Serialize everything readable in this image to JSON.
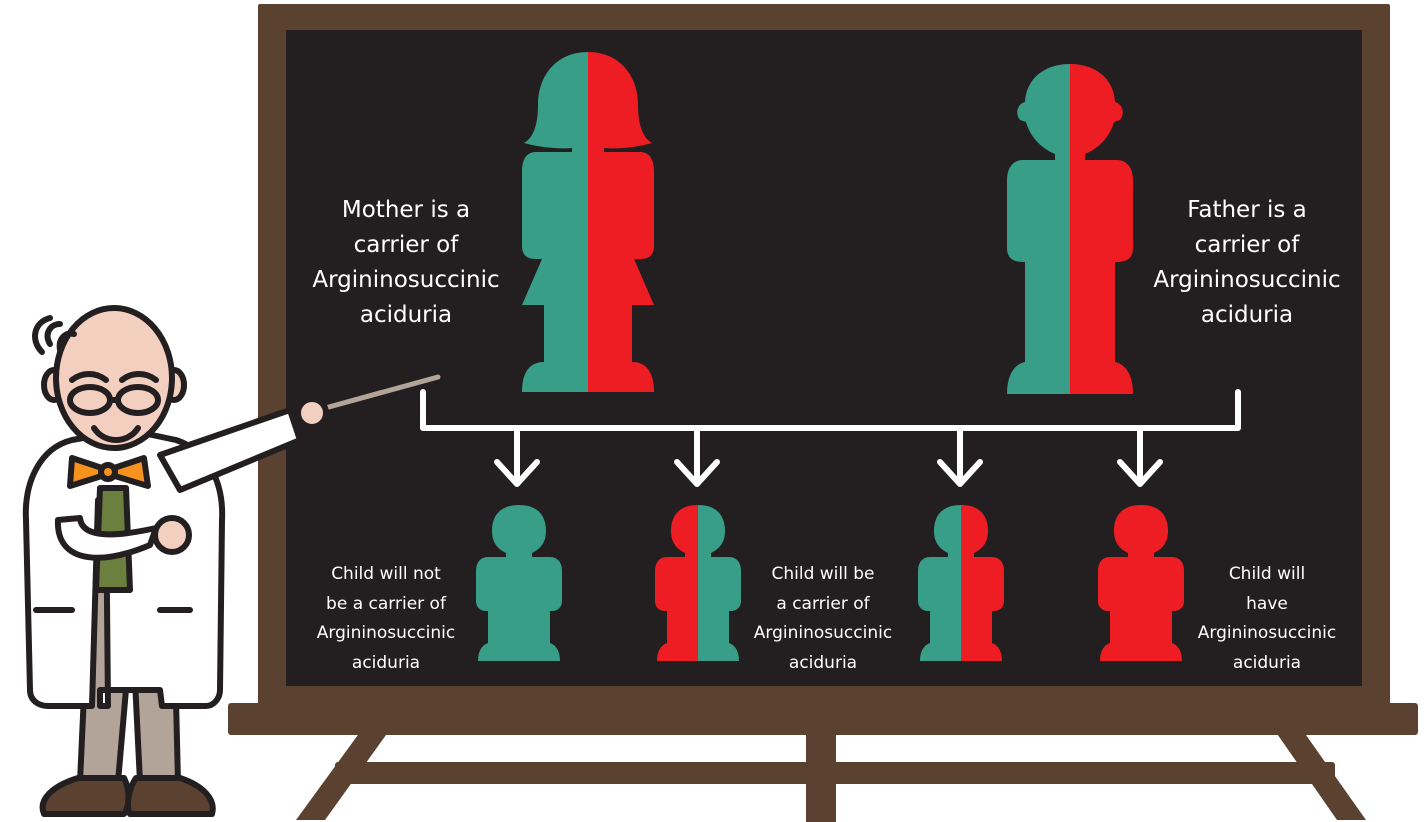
{
  "colors": {
    "frame": "#5b4230",
    "board": "#231f20",
    "recessive": "#ee1d24",
    "dominant": "#389e87",
    "arrow": "#ffffff",
    "skin": "#f3cfc0",
    "bowtie": "#f6921e",
    "vest": "#6b7f3f",
    "pants": "#b3a49a",
    "shoes": "#5b4230"
  },
  "parents": {
    "mother": {
      "label_lines": [
        "Mother is a",
        "carrier of",
        "Argininosuccinic",
        "aciduria"
      ],
      "genotype": "carrier"
    },
    "father": {
      "label_lines": [
        "Father is a",
        "carrier of",
        "Argininosuccinic",
        "aciduria"
      ],
      "genotype": "carrier"
    }
  },
  "children": [
    {
      "genotype": "non-carrier",
      "label_lines": [
        "Child will not",
        "be a carrier of",
        "Argininosuccinic",
        "aciduria"
      ]
    },
    {
      "genotype": "carrier",
      "label_lines": [
        "Child will be",
        "a carrier of",
        "Argininosuccinic",
        "aciduria"
      ]
    },
    {
      "genotype": "carrier"
    },
    {
      "genotype": "affected",
      "label_lines": [
        "Child will",
        "have",
        "Argininosuccinic",
        "aciduria"
      ]
    }
  ],
  "icons": {
    "presenter": "scientist-with-pointer-icon",
    "board": "chalkboard-easel-icon",
    "mother": "female-silhouette-icon",
    "father": "male-silhouette-icon",
    "child": "child-silhouette-icon",
    "arrow": "down-arrow-icon"
  }
}
